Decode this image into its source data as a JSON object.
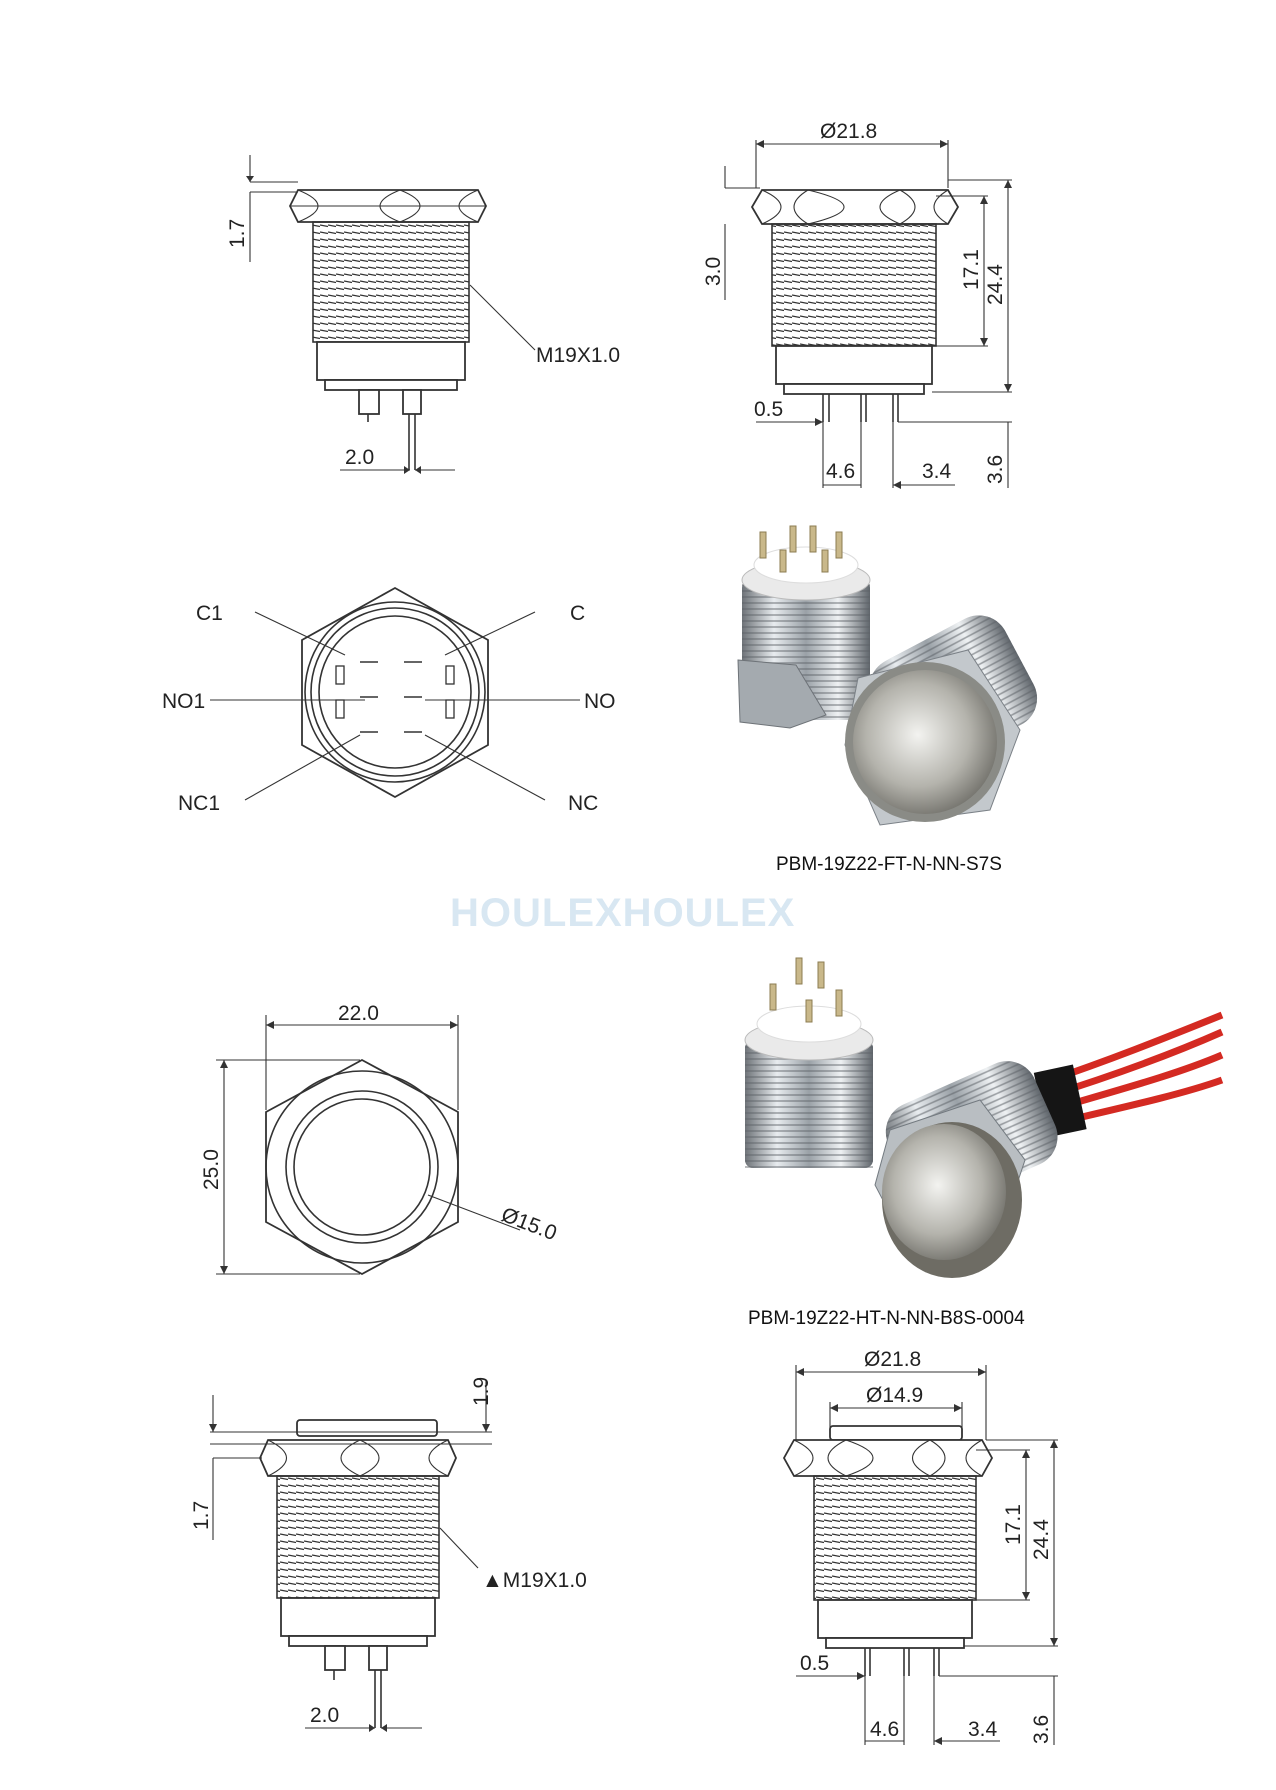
{
  "labels": {
    "d1": "1.7",
    "d2": "M19X1.0",
    "d3": "2.0",
    "d4": "Ø21.8",
    "d5": "3.0",
    "d6": "17.1",
    "d7": "24.4",
    "d8": "0.5",
    "d9": "4.6",
    "d10": "3.4",
    "d11": "3.6",
    "t1": "C1",
    "t2": "C",
    "t3": "NO1",
    "t4": "NO",
    "t5": "NC1",
    "t6": "NC",
    "d12": "22.0",
    "d13": "25.0",
    "d14": "Ø15.0",
    "d15": "1.9",
    "d16": "1.7",
    "d17": "▲M19X1.0",
    "d18": "2.0",
    "d19": "Ø21.8",
    "d20": "Ø14.9",
    "d21": "17.1",
    "d22": "24.4",
    "d23": "0.5",
    "d24": "4.6",
    "d25": "3.4",
    "d26": "3.6"
  },
  "captions": {
    "photo1": "PBM-19Z22-FT-N-NN-S7S",
    "photo2": "PBM-19Z22-HT-N-NN-B8S-0004"
  },
  "watermark": "HOULEXHOULEX",
  "colors": {
    "wire": "#d42a22",
    "steel": "#b8bec4",
    "watermark": "#d8e7f2"
  }
}
